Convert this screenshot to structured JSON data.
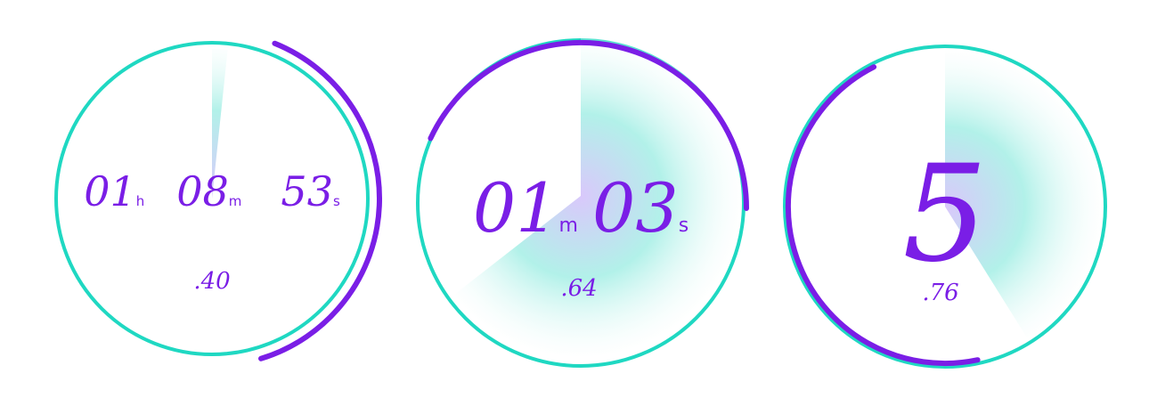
{
  "colors": {
    "ring": "#1fd8c2",
    "accent": "#7a1ee6",
    "sweep": "#a8f2ea",
    "sweep_center": "#d9c8fb",
    "text": "#7a1ee6"
  },
  "timers": [
    {
      "digits": [
        {
          "value": "01",
          "unit": "h"
        },
        {
          "value": "08",
          "unit": "m"
        },
        {
          "value": "53",
          "unit": "s"
        }
      ],
      "fraction": ".40",
      "progress_arc": {
        "start_deg": 22,
        "end_deg": 163
      },
      "sweep": {
        "start_deg": 0,
        "end_deg": 6
      }
    },
    {
      "digits": [
        {
          "value": "01",
          "unit": "m"
        },
        {
          "value": "03",
          "unit": "s"
        }
      ],
      "fraction": ".64",
      "progress_arc": {
        "start_deg": -65,
        "end_deg": 90
      },
      "sweep": {
        "start_deg": 0,
        "end_deg": 232
      }
    },
    {
      "digits": [
        {
          "value": "5",
          "unit": ""
        }
      ],
      "fraction": ".76",
      "progress_arc": {
        "start_deg": 168,
        "end_deg": 333
      },
      "sweep": {
        "start_deg": 0,
        "end_deg": 148
      }
    }
  ]
}
